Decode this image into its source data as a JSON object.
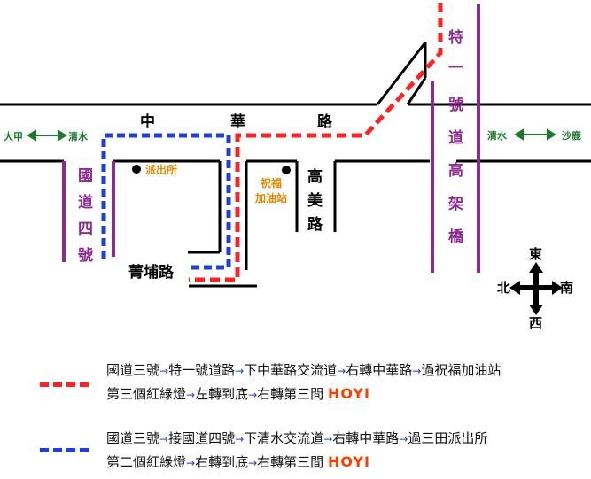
{
  "colors": {
    "road": "#000000",
    "highway": "#8b2a8f",
    "red_route": "#ff2222",
    "blue_route": "#1e3fd8",
    "arrow": "#1a7a2e",
    "landmark_text": "#e08a00",
    "brand": "#ff3d00"
  },
  "roads": {
    "zhonghua_chars": [
      "中",
      "華",
      "路"
    ],
    "guodao4_chars": [
      "國",
      "道",
      "四",
      "號"
    ],
    "gaomei_chars": [
      "高",
      "美",
      "路"
    ],
    "teyi_chars": [
      "特",
      "一",
      "號",
      "道",
      "高",
      "架",
      "橋"
    ],
    "jingpu": "菁埔路"
  },
  "directions": {
    "left_from": "大甲",
    "left_to": "清水",
    "right_from": "清水",
    "right_to": "沙鹿"
  },
  "landmarks": {
    "police": "派出所",
    "gas_line1": "祝福",
    "gas_line2": "加油站"
  },
  "compass": {
    "north": "北",
    "east": "東",
    "south": "南",
    "west": "西"
  },
  "legend": {
    "red": {
      "line1": [
        "國道三號",
        "特一號道路",
        "下中華路交流道",
        "右轉中華路",
        "過祝福加油站"
      ],
      "line2": [
        "第三個紅綠燈",
        "左轉到底",
        "右轉第三間"
      ],
      "brand": "HOYI"
    },
    "blue": {
      "line1": [
        "國道三號",
        "接國道四號",
        "下清水交流道",
        "右轉中華路",
        "過三田派出所"
      ],
      "line2": [
        "第二個紅綠燈",
        "右轉到底",
        "右轉第三間"
      ],
      "brand": "HOYI"
    },
    "arrow_glyph": "→"
  }
}
